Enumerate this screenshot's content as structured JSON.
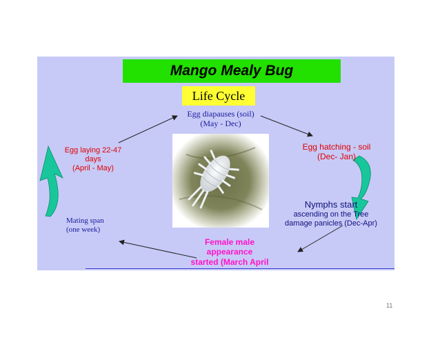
{
  "slide": {
    "title": "Mango Mealy Bug",
    "subtitle": "Life Cycle",
    "page_number": "11"
  },
  "stages": {
    "egg_diapause": [
      "Egg diapauses (soil)",
      "(May - Dec)"
    ],
    "egg_hatching": [
      "Egg hatching - soil",
      "(Dec- Jan)"
    ],
    "nymphs": [
      "Nymphs start",
      "ascending on the Tree",
      "damage panicles  (Dec-Apr)"
    ],
    "female_male": [
      "Female male",
      "appearance",
      "started (March April"
    ],
    "mating": [
      "Mating span",
      "(one week)"
    ],
    "egg_laying": [
      "Egg laying  22-47",
      "days",
      "(April - May)"
    ]
  },
  "colors": {
    "panel": "#c7caf7",
    "title_bar": "#22e000",
    "subtitle_box": "#ffff33",
    "curved_arrow": "#17c79b"
  }
}
